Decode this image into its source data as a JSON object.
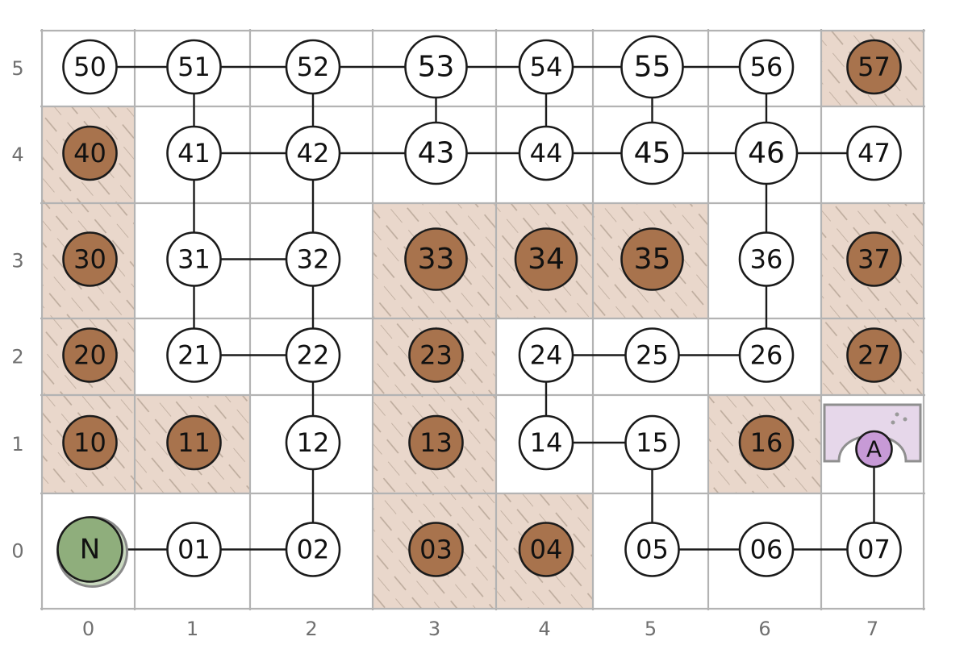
{
  "colors": {
    "grid": "#b3b3b3",
    "blocked_cell": "#e9d7cb",
    "hatch": "#b4a294",
    "node_free": "#ffffff",
    "node_blocked": "#a8734d",
    "start_node": "#8fae7c",
    "goal_node": "#c79ad6",
    "goal_area": "#e6d7ea",
    "ink": "#1b1b1b"
  },
  "axes": {
    "x_labels": [
      "0",
      "1",
      "2",
      "3",
      "4",
      "5",
      "6",
      "7"
    ],
    "y_labels": [
      "0",
      "1",
      "2",
      "3",
      "4",
      "5"
    ]
  },
  "blocked_cells": [
    [
      0,
      1
    ],
    [
      1,
      1
    ],
    [
      3,
      0
    ],
    [
      4,
      0
    ],
    [
      3,
      1
    ],
    [
      6,
      1
    ],
    [
      0,
      2
    ],
    [
      3,
      2
    ],
    [
      7,
      2
    ],
    [
      0,
      3
    ],
    [
      3,
      3
    ],
    [
      4,
      3
    ],
    [
      5,
      3
    ],
    [
      7,
      3
    ],
    [
      0,
      4
    ],
    [
      7,
      5
    ]
  ],
  "goal_cell": [
    7,
    1
  ],
  "nodes": [
    {
      "label": "N",
      "col": 0,
      "row": 0,
      "type": "start"
    },
    {
      "label": "01",
      "col": 1,
      "row": 0,
      "type": "free"
    },
    {
      "label": "02",
      "col": 2,
      "row": 0,
      "type": "free"
    },
    {
      "label": "03",
      "col": 3,
      "row": 0,
      "type": "blocked"
    },
    {
      "label": "04",
      "col": 4,
      "row": 0,
      "type": "blocked"
    },
    {
      "label": "05",
      "col": 5,
      "row": 0,
      "type": "free"
    },
    {
      "label": "06",
      "col": 6,
      "row": 0,
      "type": "free"
    },
    {
      "label": "07",
      "col": 7,
      "row": 0,
      "type": "free"
    },
    {
      "label": "10",
      "col": 0,
      "row": 1,
      "type": "blocked"
    },
    {
      "label": "11",
      "col": 1,
      "row": 1,
      "type": "blocked"
    },
    {
      "label": "12",
      "col": 2,
      "row": 1,
      "type": "free"
    },
    {
      "label": "13",
      "col": 3,
      "row": 1,
      "type": "blocked"
    },
    {
      "label": "14",
      "col": 4,
      "row": 1,
      "type": "free"
    },
    {
      "label": "15",
      "col": 5,
      "row": 1,
      "type": "free"
    },
    {
      "label": "16",
      "col": 6,
      "row": 1,
      "type": "blocked"
    },
    {
      "label": "A",
      "col": 7,
      "row": 1,
      "type": "goal"
    },
    {
      "label": "20",
      "col": 0,
      "row": 2,
      "type": "blocked"
    },
    {
      "label": "21",
      "col": 1,
      "row": 2,
      "type": "free"
    },
    {
      "label": "22",
      "col": 2,
      "row": 2,
      "type": "free"
    },
    {
      "label": "23",
      "col": 3,
      "row": 2,
      "type": "blocked"
    },
    {
      "label": "24",
      "col": 4,
      "row": 2,
      "type": "free"
    },
    {
      "label": "25",
      "col": 5,
      "row": 2,
      "type": "free"
    },
    {
      "label": "26",
      "col": 6,
      "row": 2,
      "type": "free"
    },
    {
      "label": "27",
      "col": 7,
      "row": 2,
      "type": "blocked"
    },
    {
      "label": "30",
      "col": 0,
      "row": 3,
      "type": "blocked"
    },
    {
      "label": "31",
      "col": 1,
      "row": 3,
      "type": "free"
    },
    {
      "label": "32",
      "col": 2,
      "row": 3,
      "type": "free"
    },
    {
      "label": "33",
      "col": 3,
      "row": 3,
      "type": "blocked"
    },
    {
      "label": "34",
      "col": 4,
      "row": 3,
      "type": "blocked"
    },
    {
      "label": "35",
      "col": 5,
      "row": 3,
      "type": "blocked"
    },
    {
      "label": "36",
      "col": 6,
      "row": 3,
      "type": "free"
    },
    {
      "label": "37",
      "col": 7,
      "row": 3,
      "type": "blocked"
    },
    {
      "label": "40",
      "col": 0,
      "row": 4,
      "type": "blocked"
    },
    {
      "label": "41",
      "col": 1,
      "row": 4,
      "type": "free"
    },
    {
      "label": "42",
      "col": 2,
      "row": 4,
      "type": "free"
    },
    {
      "label": "43",
      "col": 3,
      "row": 4,
      "type": "free"
    },
    {
      "label": "44",
      "col": 4,
      "row": 4,
      "type": "free"
    },
    {
      "label": "45",
      "col": 5,
      "row": 4,
      "type": "free"
    },
    {
      "label": "46",
      "col": 6,
      "row": 4,
      "type": "free"
    },
    {
      "label": "47",
      "col": 7,
      "row": 4,
      "type": "free"
    },
    {
      "label": "50",
      "col": 0,
      "row": 5,
      "type": "free"
    },
    {
      "label": "51",
      "col": 1,
      "row": 5,
      "type": "free"
    },
    {
      "label": "52",
      "col": 2,
      "row": 5,
      "type": "free"
    },
    {
      "label": "53",
      "col": 3,
      "row": 5,
      "type": "free"
    },
    {
      "label": "54",
      "col": 4,
      "row": 5,
      "type": "free"
    },
    {
      "label": "55",
      "col": 5,
      "row": 5,
      "type": "free"
    },
    {
      "label": "56",
      "col": 6,
      "row": 5,
      "type": "free"
    },
    {
      "label": "57",
      "col": 7,
      "row": 5,
      "type": "blocked"
    }
  ],
  "edges": [
    [
      "N",
      "01"
    ],
    [
      "01",
      "02"
    ],
    [
      "02",
      "12"
    ],
    [
      "12",
      "22"
    ],
    [
      "22",
      "21"
    ],
    [
      "21",
      "31"
    ],
    [
      "22",
      "32"
    ],
    [
      "31",
      "32"
    ],
    [
      "31",
      "41"
    ],
    [
      "32",
      "42"
    ],
    [
      "41",
      "42"
    ],
    [
      "41",
      "51"
    ],
    [
      "42",
      "52"
    ],
    [
      "42",
      "43"
    ],
    [
      "43",
      "44"
    ],
    [
      "44",
      "45"
    ],
    [
      "45",
      "46"
    ],
    [
      "46",
      "47"
    ],
    [
      "43",
      "53"
    ],
    [
      "44",
      "54"
    ],
    [
      "45",
      "55"
    ],
    [
      "46",
      "56"
    ],
    [
      "50",
      "51"
    ],
    [
      "51",
      "52"
    ],
    [
      "52",
      "53"
    ],
    [
      "53",
      "54"
    ],
    [
      "54",
      "55"
    ],
    [
      "55",
      "56"
    ],
    [
      "46",
      "36"
    ],
    [
      "36",
      "26"
    ],
    [
      "26",
      "25"
    ],
    [
      "25",
      "24"
    ],
    [
      "24",
      "14"
    ],
    [
      "14",
      "15"
    ],
    [
      "15",
      "05"
    ],
    [
      "05",
      "06"
    ],
    [
      "06",
      "07"
    ],
    [
      "07",
      "A"
    ]
  ]
}
